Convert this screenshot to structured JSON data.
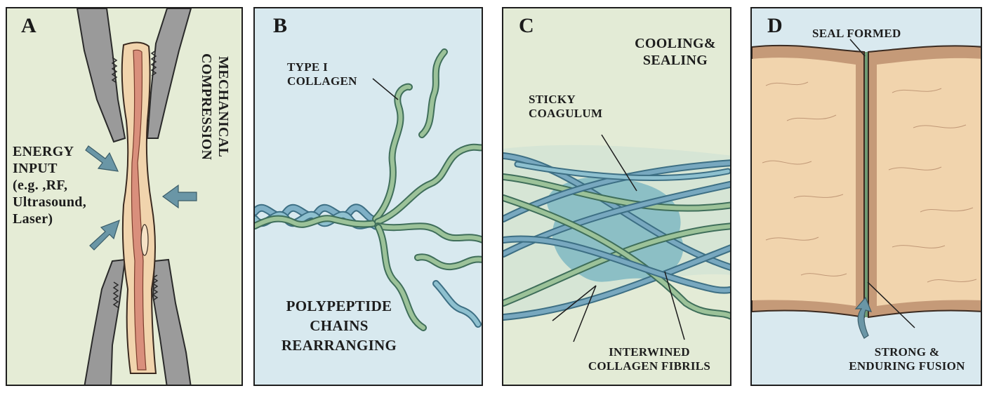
{
  "panels": {
    "a": {
      "letter": "A",
      "energy_lines": [
        "ENERGY",
        "INPUT",
        "(e.g. ,RF,",
        "Ultrasound,",
        "Laser)"
      ],
      "compression_lines": [
        "MECHANICAL",
        "COMPRESSION"
      ]
    },
    "b": {
      "letter": "B",
      "collagen_lines": [
        "TYPE I",
        "COLLAGEN"
      ],
      "chains_lines": [
        "POLYPEPTIDE",
        "CHAINS",
        "REARRANGING"
      ]
    },
    "c": {
      "letter": "C",
      "cooling_lines": [
        "COOLING&",
        "SEALING"
      ],
      "coagulum_lines": [
        "STICKY",
        "COAGULUM"
      ],
      "fibrils_lines": [
        "INTERWINED",
        "COLLAGEN FIBRILS"
      ]
    },
    "d": {
      "letter": "D",
      "seal_label": "SEAL FORMED",
      "fusion_lines": [
        "STRONG &",
        "ENDURING FUSION"
      ]
    }
  },
  "colors": {
    "panel_a_bg": "#e5ecd6",
    "panel_b_bg": "#d8e9ef",
    "panel_c_bg": "#e3ebd6",
    "panel_d_bg": "#d9e9ef",
    "arrow": "#6a96a6",
    "tissue": "#f1d4ad",
    "tissue_core": "#d98f7c",
    "jaw": "#9a9a9a",
    "fiber_blue": "#78a8bf",
    "fiber_green": "#9cc299",
    "coagulum": "#7fb8c2"
  }
}
